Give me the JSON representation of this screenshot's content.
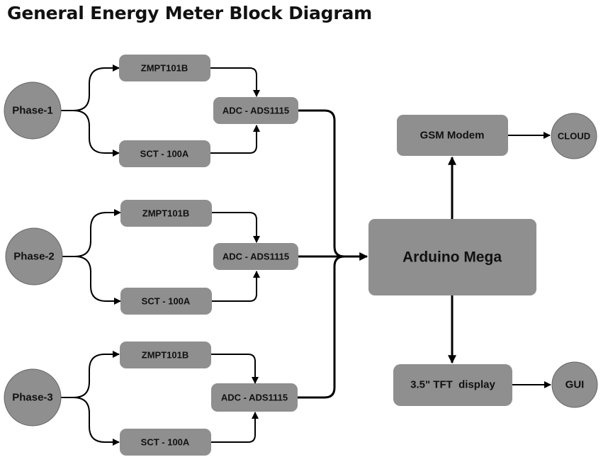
{
  "title": "General Energy Meter Block Diagram",
  "phases": [
    {
      "label": "Phase-1",
      "voltage_sensor": "ZMPT101B",
      "current_sensor": "SCT - 100A",
      "adc": "ADC - ADS1115"
    },
    {
      "label": "Phase-2",
      "voltage_sensor": "ZMPT101B",
      "current_sensor": "SCT - 100A",
      "adc": "ADC - ADS1115"
    },
    {
      "label": "Phase-3",
      "voltage_sensor": "ZMPT101B",
      "current_sensor": "SCT - 100A",
      "adc": "ADC - ADS1115"
    }
  ],
  "controller": "Arduino Mega",
  "modem": "GSM Modem",
  "cloud": "CLOUD",
  "display": "3.5\" TFT  display",
  "gui": "GUI",
  "colors": {
    "node_fill": "#8f8f8f",
    "line": "#000000",
    "text": "#111111"
  }
}
